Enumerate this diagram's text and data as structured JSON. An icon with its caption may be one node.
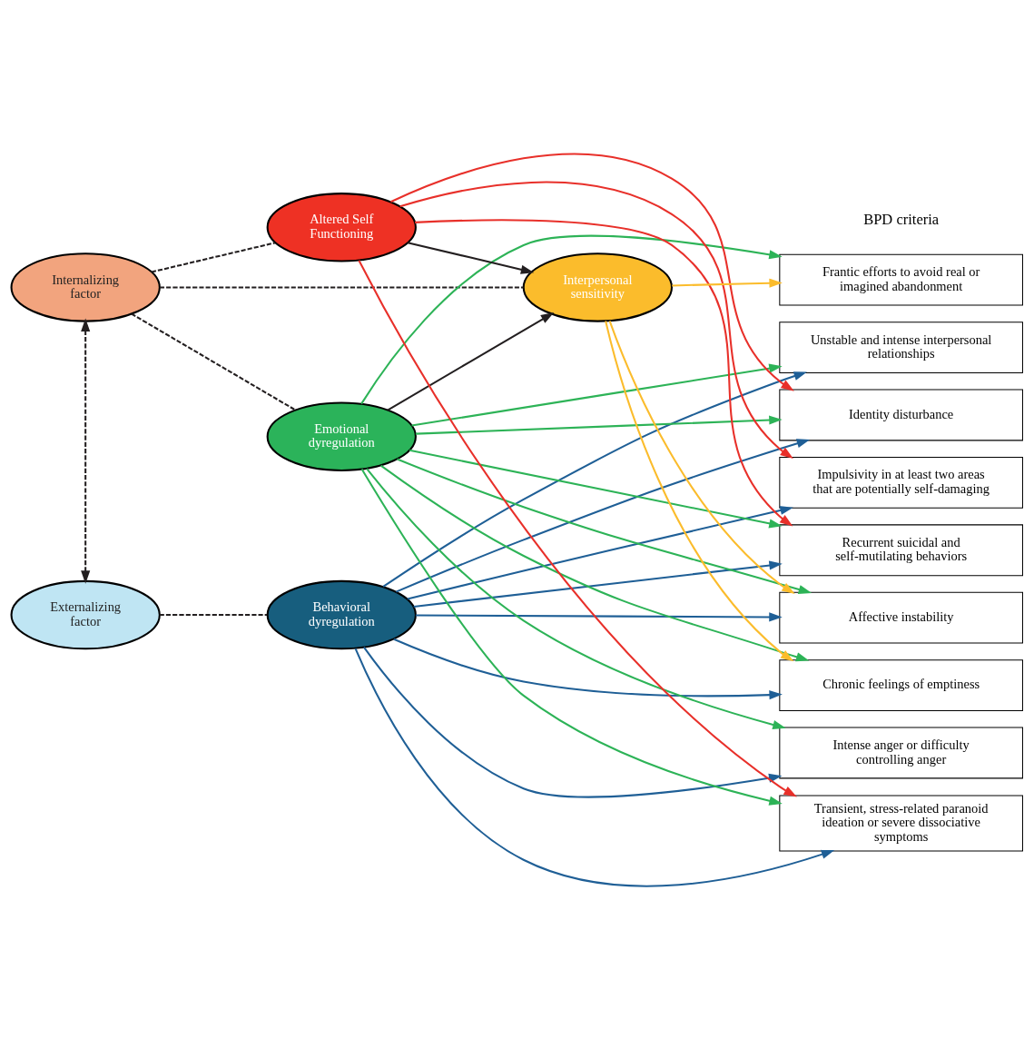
{
  "diagram": {
    "nodes": [
      {
        "text": [
          "Externalizing factor"
        ]
      },
      {
        "text": [
          "Internalizing factor"
        ]
      },
      {
        "text": [
          "Behavioral dyregulation"
        ]
      },
      {
        "text": [
          "Emotional dyregulation"
        ]
      },
      {
        "text": [
          "Altered Self Functioning"
        ]
      },
      {
        "text": [
          "Interpersonal sensitivity"
        ]
      },
      {
        "text": [
          "Frantic efforts to avoid real or imagined abandonment"
        ]
      },
      {
        "text": [
          "Unstable and intense interpersonal relationships"
        ]
      },
      {
        "text": [
          "Identity disturbance"
        ]
      },
      {
        "text": [
          "Impulsivity in at least two areas that are potentially self-damaging"
        ]
      },
      {
        "text": [
          "Recurrent suicidal and self-mutilating behaviors"
        ]
      },
      {
        "text": [
          "Affective instability"
        ]
      },
      {
        "text": [
          "Chronic feelings of emptiness"
        ]
      },
      {
        "text": [
          "Intense anger or difficulty controlling anger"
        ]
      },
      {
        "text": [
          "Transient, stress-related paranoid ideation or severe dissociative symptoms"
        ]
      }
    ],
    "edges": [
      {
        "from": 0,
        "to": 2,
        "arrow": "none",
        "style": "dashed",
        "color": "#231f20"
      },
      {
        "from": 0,
        "to": 1,
        "arrow": "both",
        "style": "dashed",
        "color": "#231f20"
      },
      {
        "from": 1,
        "to": 3,
        "arrow": "none",
        "style": "dashed",
        "color": "#231f20"
      },
      {
        "from": 1,
        "to": 4,
        "arrow": "none",
        "style": "dashed",
        "color": "#231f20"
      },
      {
        "from": 1,
        "to": 5,
        "arrow": "none",
        "style": "dashed",
        "color": "#231f20"
      },
      {
        "from": 2,
        "to": 7,
        "arrow": "to",
        "color": "#1f5f96"
      },
      {
        "from": 2,
        "to": 8,
        "arrow": "to",
        "color": "#1f5f96"
      },
      {
        "from": 2,
        "to": 9,
        "arrow": "to",
        "color": "#1f5f96"
      },
      {
        "from": 2,
        "to": 10,
        "arrow": "to",
        "color": "#1f5f96"
      },
      {
        "from": 2,
        "to": 11,
        "arrow": "to",
        "color": "#1f5f96"
      },
      {
        "from": 2,
        "to": 12,
        "arrow": "to",
        "color": "#1f5f96"
      },
      {
        "from": 2,
        "to": 13,
        "arrow": "to",
        "color": "#1f5f96"
      },
      {
        "from": 2,
        "to": 14,
        "arrow": "to",
        "color": "#1f5f96"
      },
      {
        "from": 3,
        "to": 6,
        "arrow": "to",
        "color": "#2db357"
      },
      {
        "from": 3,
        "to": 7,
        "arrow": "to",
        "color": "#2db357"
      },
      {
        "from": 3,
        "to": 8,
        "arrow": "to",
        "color": "#2db357"
      },
      {
        "from": 3,
        "to": 10,
        "arrow": "to",
        "color": "#2db357"
      },
      {
        "from": 3,
        "to": 11,
        "arrow": "to",
        "color": "#2db357"
      },
      {
        "from": 3,
        "to": 12,
        "arrow": "to",
        "color": "#2db357"
      },
      {
        "from": 3,
        "to": 13,
        "arrow": "to",
        "color": "#2db357"
      },
      {
        "from": 3,
        "to": 14,
        "arrow": "to",
        "color": "#2db357"
      },
      {
        "from": 3,
        "to": 5,
        "arrow": "to",
        "color": "#231f20"
      },
      {
        "from": 4,
        "to": 8,
        "arrow": "to",
        "color": "#e8302a"
      },
      {
        "from": 4,
        "to": 9,
        "arrow": "to",
        "color": "#e8302a"
      },
      {
        "from": 4,
        "to": 10,
        "arrow": "to",
        "color": "#e8302a"
      },
      {
        "from": 4,
        "to": 14,
        "arrow": "to",
        "color": "#e8302a"
      },
      {
        "from": 4,
        "to": 5,
        "arrow": "to",
        "color": "#231f20"
      },
      {
        "from": 5,
        "to": 6,
        "arrow": "to",
        "color": "#fbbc2c"
      },
      {
        "from": 5,
        "to": 11,
        "arrow": "to",
        "color": "#fbbc2c"
      },
      {
        "from": 5,
        "to": 12,
        "arrow": "to",
        "color": "#fbbc2c"
      }
    ],
    "labels": [
      "BPD criteria"
    ]
  }
}
